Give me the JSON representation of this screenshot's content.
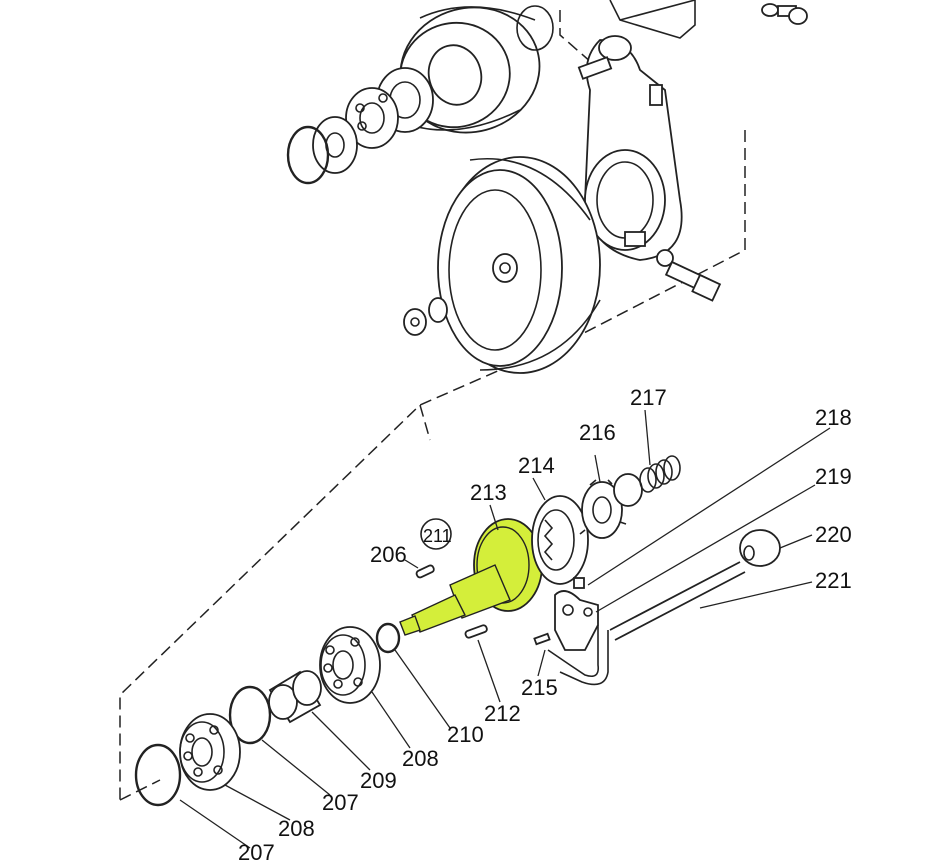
{
  "diagram": {
    "highlight_color": "#d4ee3a",
    "highlighted_part": "213",
    "callouts": {
      "c206": "206",
      "c207a": "207",
      "c207b": "207",
      "c208a": "208",
      "c208b": "208",
      "c209": "209",
      "c210": "210",
      "c211": "211",
      "c212": "212",
      "c213": "213",
      "c214": "214",
      "c215": "215",
      "c216": "216",
      "c217": "217",
      "c218": "218",
      "c219": "219",
      "c220": "220",
      "c221": "221"
    }
  }
}
